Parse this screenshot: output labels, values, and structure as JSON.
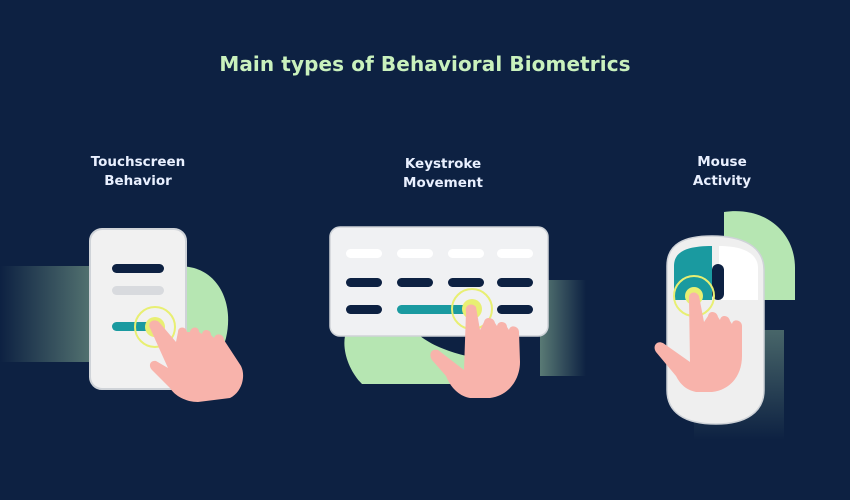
{
  "title": "Main types of Behavioral Biometrics",
  "panels": [
    {
      "label": "Touchscreen\nBehavior",
      "icon": "touchscreen-hand-icon"
    },
    {
      "label": "Keystroke\nMovement",
      "icon": "keyboard-hand-icon"
    },
    {
      "label": "Mouse\nActivity",
      "icon": "mouse-hand-icon"
    }
  ],
  "colors": {
    "background": "#0d2142",
    "title": "#c9f1bd",
    "device": "#eeeeee",
    "accent_green": "#b6e6b2",
    "teal": "#1a9aa0",
    "highlight": "#e8ef72",
    "skin": "#f8b3ab"
  }
}
